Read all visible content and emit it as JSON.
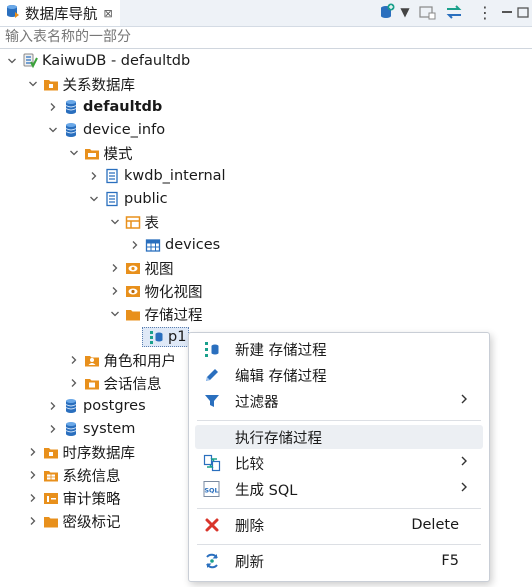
{
  "tab": {
    "title": "数据库导航",
    "close": "⊠"
  },
  "filter": {
    "placeholder": "输入表名称的一部分"
  },
  "tree": [
    {
      "label": "KaiwuDB - defaultdb",
      "icon": "connection-icon",
      "level": 0,
      "arrow": "expanded"
    },
    {
      "label": "关系数据库",
      "icon": "db-folder-icon",
      "level": 1,
      "arrow": "expanded"
    },
    {
      "label": "defaultdb",
      "icon": "database-icon",
      "level": 2,
      "arrow": "collapsed",
      "bold": true
    },
    {
      "label": "device_info",
      "icon": "database-icon",
      "level": 2,
      "arrow": "expanded"
    },
    {
      "label": "模式",
      "icon": "schemas-folder-icon",
      "level": 3,
      "arrow": "expanded"
    },
    {
      "label": "kwdb_internal",
      "icon": "schema-icon",
      "level": 4,
      "arrow": "collapsed"
    },
    {
      "label": "public",
      "icon": "schema-icon",
      "level": 4,
      "arrow": "expanded"
    },
    {
      "label": "表",
      "icon": "tables-folder-icon",
      "level": 5,
      "arrow": "expanded"
    },
    {
      "label": "devices",
      "icon": "table-icon",
      "level": 6,
      "arrow": "collapsed"
    },
    {
      "label": "视图",
      "icon": "views-folder-icon",
      "level": 5,
      "arrow": "collapsed"
    },
    {
      "label": "物化视图",
      "icon": "mat-views-folder-icon",
      "level": 5,
      "arrow": "collapsed"
    },
    {
      "label": "存储过程",
      "icon": "procedures-folder-icon",
      "level": 5,
      "arrow": "expanded"
    },
    {
      "label": "p1",
      "icon": "procedure-icon",
      "level": 6,
      "arrow": "none",
      "selected": true
    },
    {
      "label": "角色和用户",
      "icon": "users-folder-icon",
      "level": 3,
      "arrow": "collapsed"
    },
    {
      "label": "会话信息",
      "icon": "sessions-folder-icon",
      "level": 3,
      "arrow": "collapsed"
    },
    {
      "label": "postgres",
      "icon": "database-icon",
      "level": 2,
      "arrow": "collapsed"
    },
    {
      "label": "system",
      "icon": "database-icon",
      "level": 2,
      "arrow": "collapsed"
    },
    {
      "label": "时序数据库",
      "icon": "ts-folder-icon",
      "level": 1,
      "arrow": "collapsed"
    },
    {
      "label": "系统信息",
      "icon": "sysinfo-folder-icon",
      "level": 1,
      "arrow": "collapsed"
    },
    {
      "label": "审计策略",
      "icon": "audit-folder-icon",
      "level": 1,
      "arrow": "collapsed"
    },
    {
      "label": "密级标记",
      "icon": "folder-icon",
      "level": 1,
      "arrow": "collapsed"
    }
  ],
  "menu": [
    {
      "label": "新建 存储过程",
      "icon": "new-procedure-icon"
    },
    {
      "label": "编辑 存储过程",
      "icon": "edit-pencil-icon"
    },
    {
      "label": "过滤器",
      "icon": "filter-icon",
      "submenu": true
    },
    {
      "separator": true
    },
    {
      "label": "执行存储过程",
      "icon": "none",
      "hover": true
    },
    {
      "label": "比较",
      "icon": "compare-icon",
      "submenu": true
    },
    {
      "label": "生成 SQL",
      "icon": "sql-icon",
      "submenu": true
    },
    {
      "separator": true
    },
    {
      "label": "删除",
      "icon": "delete-x-icon",
      "shortcut": "Delete"
    },
    {
      "separator": true
    },
    {
      "label": "刷新",
      "icon": "refresh-icon",
      "shortcut": "F5"
    }
  ],
  "colors": {
    "orange": "#e8901c",
    "blue": "#2a6fbe",
    "teal": "#1aa08c",
    "red": "#d9352b"
  }
}
